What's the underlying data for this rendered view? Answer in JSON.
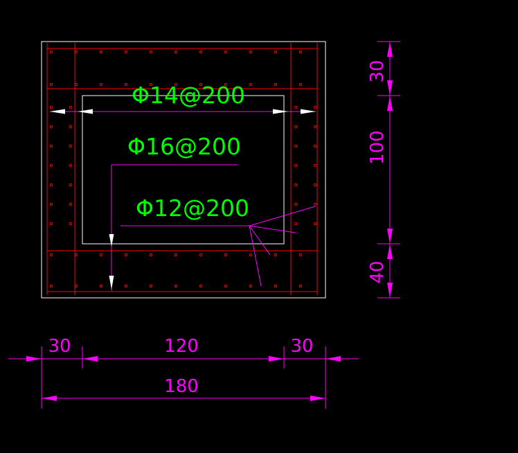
{
  "rebar_labels": {
    "top": "Φ14@200",
    "middle": "Φ16@200",
    "bottom": "Φ12@200"
  },
  "dimensions": {
    "right_top": "30",
    "right_middle": "100",
    "right_bottom": "40",
    "bottom_left": "30",
    "bottom_middle": "120",
    "bottom_right": "30",
    "bottom_total": "180"
  },
  "colors": {
    "background": "#000000",
    "outline": "#ffffff",
    "rebar": "#ff0000",
    "dimension": "#ff00ff",
    "label": "#00ff00"
  }
}
